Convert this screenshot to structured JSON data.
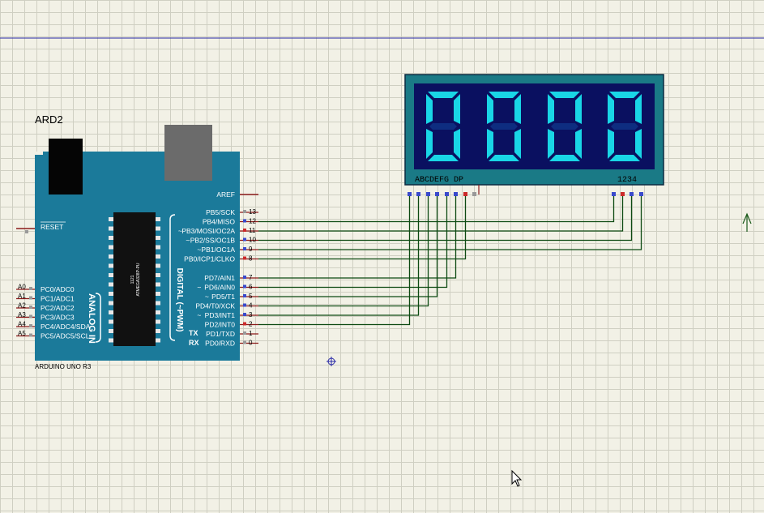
{
  "arduino": {
    "ref": "ARD2",
    "part": "ARDUINO UNO R3",
    "chip": "ATMEGA328P-PU",
    "chip_num": "1121",
    "reset_label": "RESET",
    "aref_label": "AREF",
    "analog_title": "ANALOG IN",
    "digital_title": "DIGITAL (~PWM)",
    "tx": "TX",
    "rx": "RX",
    "analog_ext": [
      "A0",
      "A1",
      "A2",
      "A3",
      "A4",
      "A5"
    ],
    "analog_pins": [
      "PC0/ADC0",
      "PC1/ADC1",
      "PC2/ADC2",
      "PC3/ADC3",
      "PC4/ADC4/SDA",
      "PC5/ADC5/SCL"
    ],
    "digital_top": [
      {
        "label": "PB5/SCK",
        "num": "13",
        "tilde": false
      },
      {
        "label": "PB4/MISO",
        "num": "12",
        "tilde": false
      },
      {
        "label": "PB3/MOSI/OC2A",
        "num": "11",
        "tilde": true
      },
      {
        "label": "PB2/SS/OC1B",
        "num": "10",
        "tilde": true
      },
      {
        "label": "PB1/OC1A",
        "num": "9",
        "tilde": true
      },
      {
        "label": "PB0/ICP1/CLKO",
        "num": "8",
        "tilde": false
      }
    ],
    "digital_bottom": [
      {
        "label": "PD7/AIN1",
        "num": "7",
        "tilde": false
      },
      {
        "label": "PD6/AIN0",
        "num": "6",
        "tilde": true
      },
      {
        "label": "PD5/T1",
        "num": "5",
        "tilde": true
      },
      {
        "label": "PD4/T0/XCK",
        "num": "4",
        "tilde": false
      },
      {
        "label": "PD3/INT1",
        "num": "3",
        "tilde": true
      },
      {
        "label": "PD2/INT0",
        "num": "2",
        "tilde": false
      },
      {
        "label": "PD1/TXD",
        "num": "1",
        "tilde": false
      },
      {
        "label": "PD0/RXD",
        "num": "0",
        "tilde": false
      }
    ]
  },
  "display": {
    "digits": "0000",
    "segment_labels": "ABCDEFG DP",
    "digit_labels": "1234"
  },
  "colors": {
    "board": "#1b7a9a",
    "board_dark": "#145f78",
    "chip": "#111111",
    "wire": "#0d4a12",
    "pin_red": "#cc2a2a",
    "display_frame": "#1a7a86",
    "display_face": "#0a1060",
    "segment_on": "#19d6e6",
    "segment_off": "#0e2d80"
  },
  "icons": {
    "cursor": "mouse-pointer-icon",
    "origin": "origin-marker-icon",
    "probe": "voltage-probe-icon"
  }
}
